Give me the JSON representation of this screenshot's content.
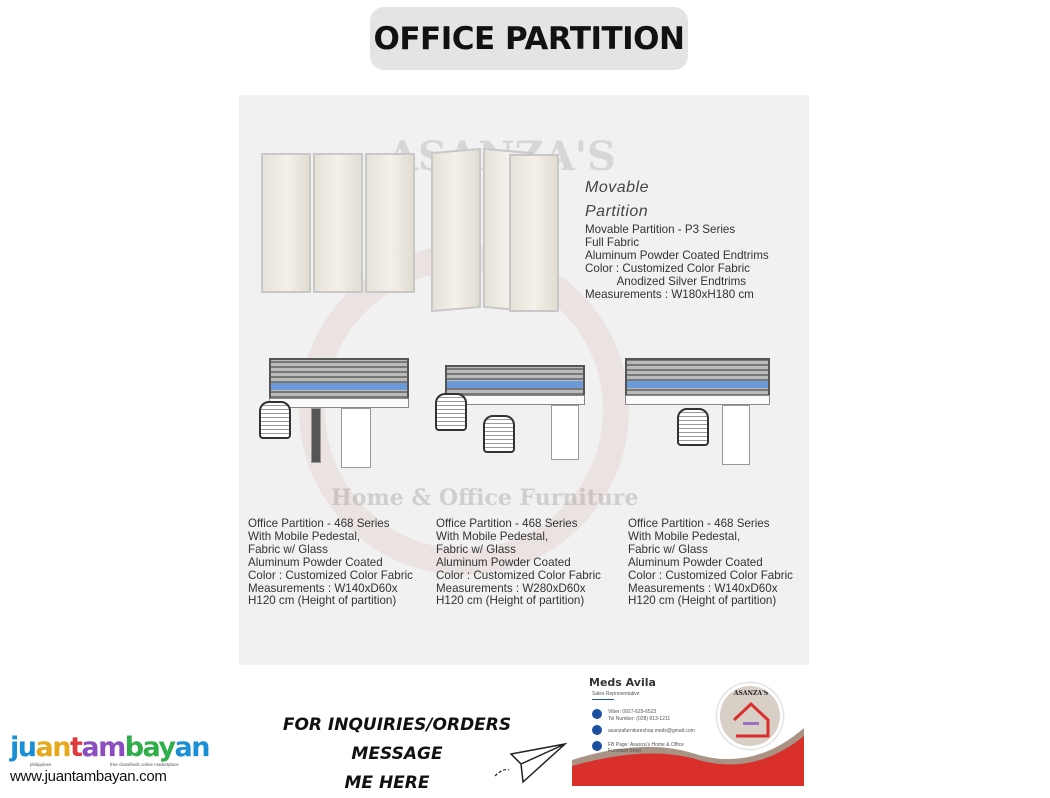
{
  "title": "OFFICE PARTITION",
  "watermark": {
    "brand": "ASANZA'S",
    "tagline": "Home & Office Furniture"
  },
  "movable": {
    "heading_line1": "Movable",
    "heading_line2": "Partition",
    "lines": [
      "Movable Partition - P3 Series",
      "Full Fabric",
      "Aluminum Powder Coated Endtrims",
      "Color : Customized Color Fabric",
      "          Anodized Silver Endtrims",
      "Measurements : W180xH180 cm"
    ]
  },
  "products": [
    {
      "lines": [
        "Office Partition - 468 Series",
        "With Mobile Pedestal,",
        "Fabric w/ Glass",
        "Aluminum Powder Coated",
        "Color : Customized Color Fabric",
        "Measurements : W140xD60x",
        "H120 cm (Height of partition)"
      ]
    },
    {
      "lines": [
        "Office Partition - 468 Series",
        "With Mobile Pedestal,",
        "Fabric w/ Glass",
        "Aluminum Powder Coated",
        "Color : Customized Color Fabric",
        "Measurements : W280xD60x",
        "H120 cm (Height of partition)"
      ]
    },
    {
      "lines": [
        "Office Partition - 468 Series",
        "With Mobile Pedestal,",
        "Fabric w/ Glass",
        "Aluminum Powder Coated",
        "Color : Customized Color Fabric",
        "Measurements : W140xD60x",
        "H120 cm (Height of partition)"
      ]
    }
  ],
  "inquiry": {
    "line1": "FOR INQUIRIES/ORDERS MESSAGE",
    "line2": "ME HERE"
  },
  "card": {
    "name": "Meds Avila",
    "role": "Sales Representative",
    "viber": "Viber: 0927-629-6523",
    "tel": "Tel Number: (028) 813-1211",
    "email": "asanzafurnitureshop.meds@gmail.com",
    "fb_line1": "FB Page: Asanza's Home & Office",
    "fb_line2": "Furniture Shop",
    "logo_text": "ASANZA'S",
    "accent": "#d9302c",
    "icon_color": "#1c4fa0"
  },
  "site": {
    "brand": "juantambayan",
    "sub_left": "philippines",
    "sub_right": "free classifieds online marketplace",
    "url": "www.juantambayan.com"
  }
}
